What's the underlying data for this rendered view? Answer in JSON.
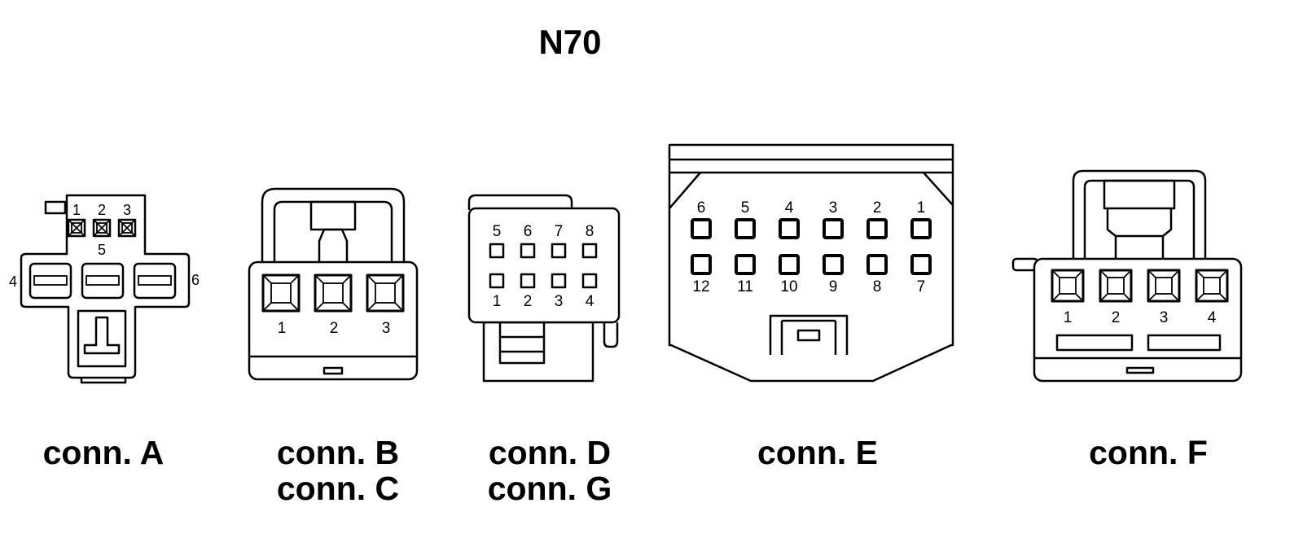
{
  "title": "N70",
  "connectors": {
    "A": {
      "caption": "conn. A",
      "pins_top": [
        "1",
        "2",
        "3"
      ],
      "pin_mid": "5",
      "pin_left": "4",
      "pin_right": "6"
    },
    "BC": {
      "caption_1": "conn. B",
      "caption_2": "conn. C",
      "pins": [
        "1",
        "2",
        "3"
      ]
    },
    "DG": {
      "caption_1": "conn. D",
      "caption_2": "conn. G",
      "pins_top": [
        "5",
        "6",
        "7",
        "8"
      ],
      "pins_bottom": [
        "1",
        "2",
        "3",
        "4"
      ]
    },
    "E": {
      "caption": "conn. E",
      "pins_top": [
        "6",
        "5",
        "4",
        "3",
        "2",
        "1"
      ],
      "pins_bottom": [
        "12",
        "11",
        "10",
        "9",
        "8",
        "7"
      ]
    },
    "F": {
      "caption": "conn. F",
      "pins": [
        "1",
        "2",
        "3",
        "4"
      ]
    }
  }
}
